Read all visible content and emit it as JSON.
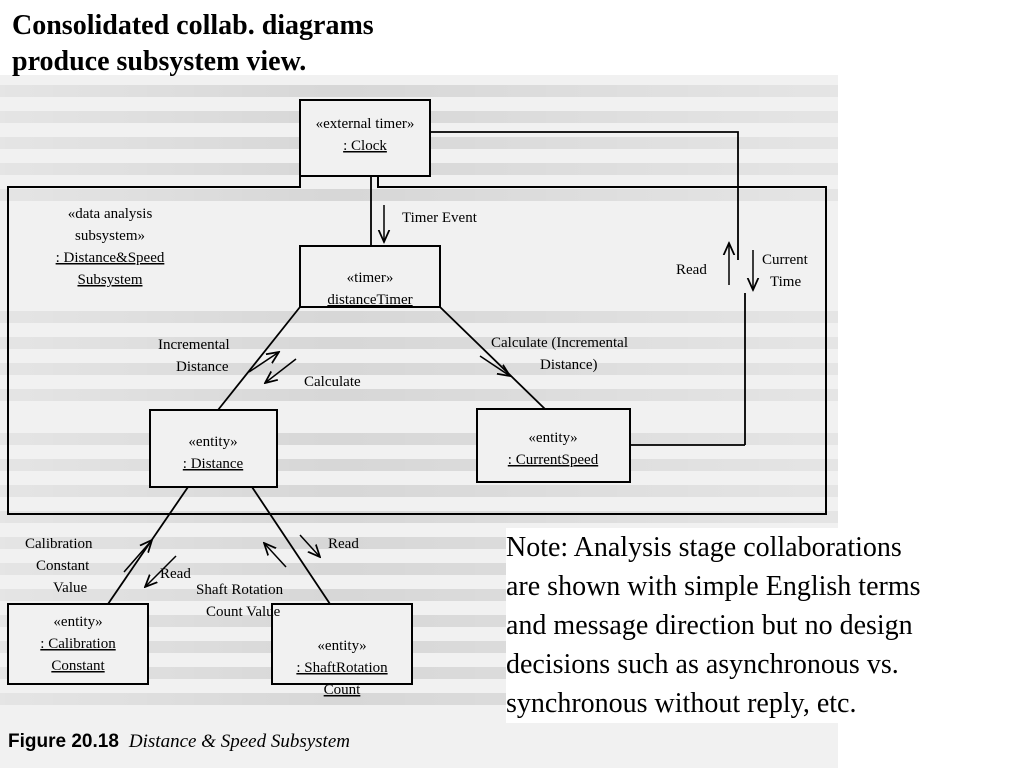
{
  "slide": {
    "title_lines": [
      "Consolidated collab. diagrams",
      "produce subsystem view."
    ],
    "note_lines": [
      "Note: Analysis stage collaborations",
      "are shown with simple English terms",
      "and message direction but no design",
      "decisions such as asynchronous vs.",
      "synchronous without reply, etc."
    ]
  },
  "figure": {
    "label": "Figure 20.18",
    "caption": "Distance & Speed Subsystem"
  },
  "diagram": {
    "clock": {
      "stereotype": "«external timer»",
      "name": ": Clock"
    },
    "subsystem": {
      "stereotype_1": "«data analysis",
      "stereotype_2": "subsystem»",
      "name_1": ": Distance&Speed",
      "name_2": "Subsystem"
    },
    "timer": {
      "stereotype": "«timer»",
      "name": "distanceTimer"
    },
    "distance": {
      "stereotype": "«entity»",
      "name": ": Distance"
    },
    "current_speed": {
      "stereotype": "«entity»",
      "name": ": CurrentSpeed"
    },
    "calibration_constant": {
      "stereotype": "«entity»",
      "name_1": ": Calibration",
      "name_2": "Constant"
    },
    "shaft_rotation_count": {
      "stereotype": "«entity»",
      "name_1": ": ShaftRotation",
      "name_2": "Count"
    },
    "messages": {
      "timer_event": "Timer Event",
      "read_1": "Read",
      "current_time_1": "Current",
      "current_time_2": "Time",
      "incremental_distance_1": "Incremental",
      "incremental_distance_2": "Distance",
      "calculate": "Calculate",
      "calculate_incremental_1": "Calculate (Incremental",
      "calculate_incremental_2": "Distance)",
      "calibration_value_1": "Calibration",
      "calibration_value_2": "Constant",
      "calibration_value_3": "Value",
      "read_2": "Read",
      "read_3": "Read",
      "shaft_count_value_1": "Shaft Rotation",
      "shaft_count_value_2": "Count Value"
    }
  }
}
